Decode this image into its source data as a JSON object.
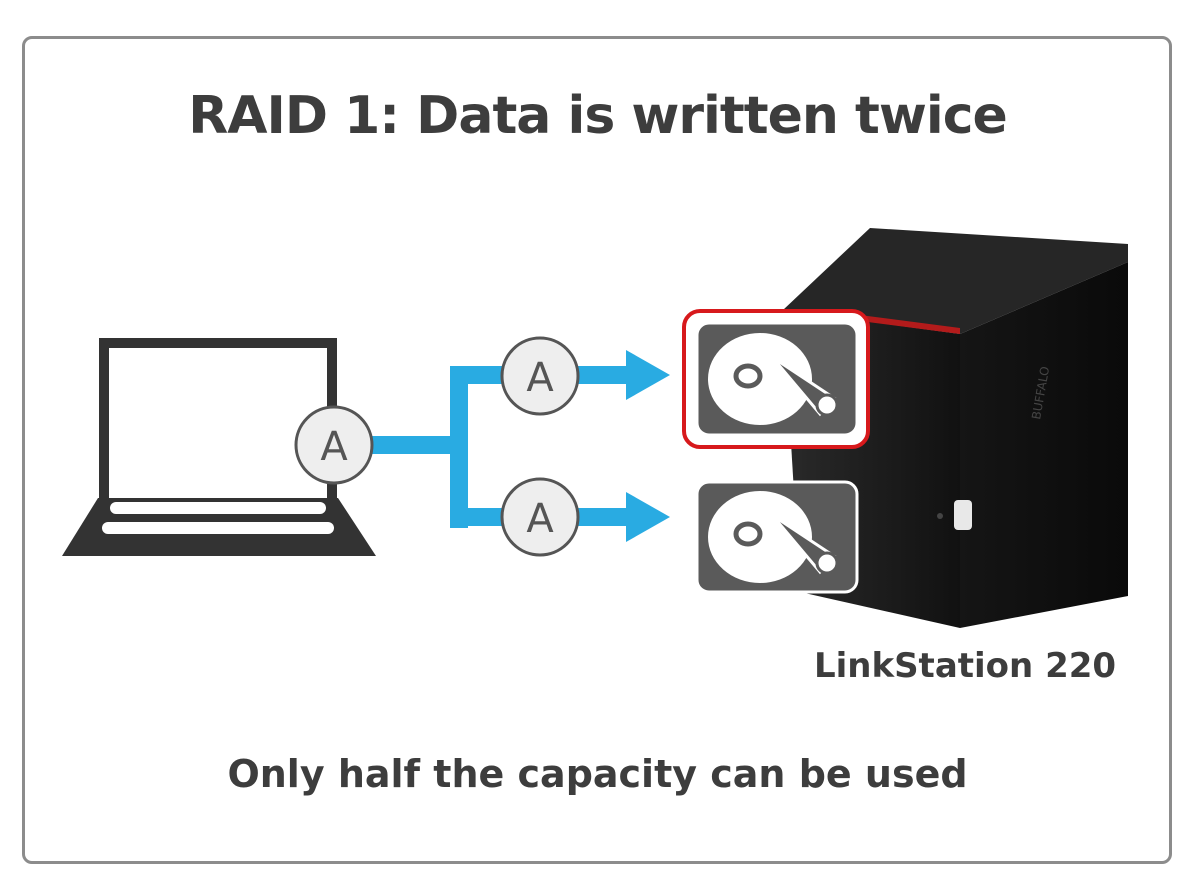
{
  "title": "RAID 1: Data is written twice",
  "device_label": "LinkStation 220",
  "footer": "Only half the capacity can be used",
  "data_block_label": "A",
  "colors": {
    "frame": "#8c8c8c",
    "text": "#3d3d3d",
    "arrow": "#29abe2",
    "highlight": "#d7191c",
    "disk_bg": "#5a5a5a",
    "nas_body": "#1a1a1a"
  },
  "icons": [
    "laptop-icon",
    "hard-disk-icon",
    "nas-device-icon",
    "arrow-icon"
  ]
}
